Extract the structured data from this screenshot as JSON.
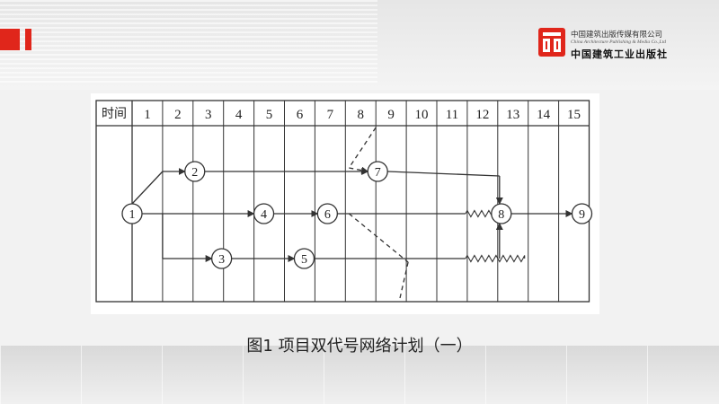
{
  "header": {
    "publisher_cn": "中国建筑出版传媒有限公司",
    "publisher_en": "China Architecture Publishing & Media Co.,Ltd",
    "publisher_brand": "中国建筑工业出版社"
  },
  "network": {
    "time_label": "时间",
    "columns": [
      "1",
      "2",
      "3",
      "4",
      "5",
      "6",
      "7",
      "8",
      "9",
      "10",
      "11",
      "12",
      "13",
      "14",
      "15"
    ],
    "nodes": [
      "1",
      "2",
      "3",
      "4",
      "5",
      "6",
      "7",
      "8",
      "9"
    ]
  },
  "caption": "图1 项目双代号网络计划（一）",
  "colors": {
    "accent": "#e0261b"
  }
}
